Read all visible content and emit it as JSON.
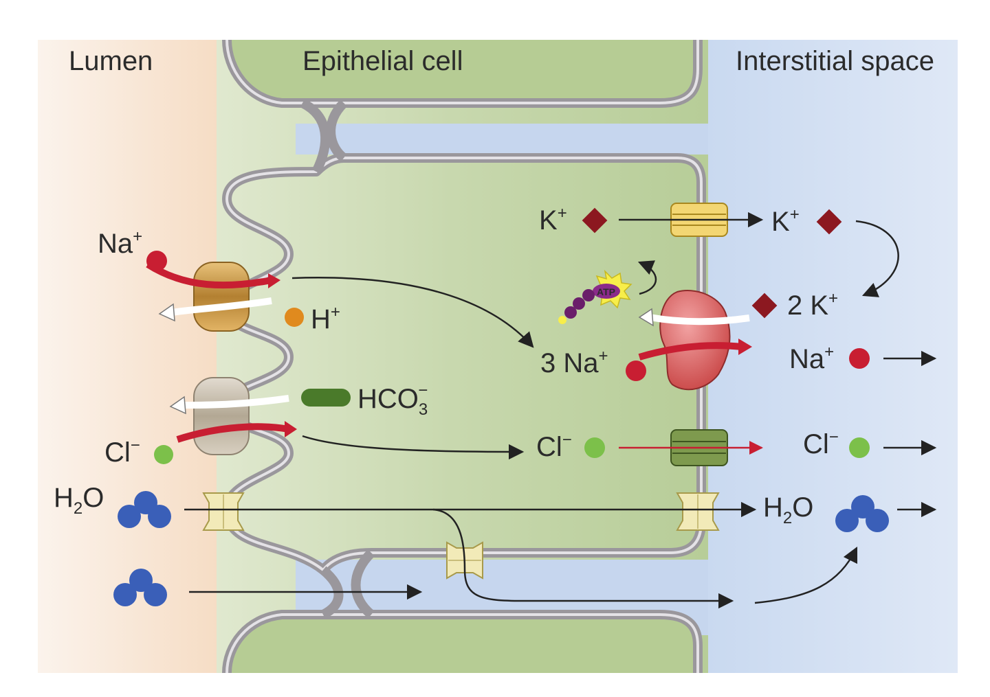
{
  "regions": {
    "lumen": "Lumen",
    "cell": "Epithelial cell",
    "interstitial": "Interstitial space"
  },
  "labels": {
    "na_lumen": {
      "base": "Na",
      "sup": "+"
    },
    "h": {
      "base": "H",
      "sup": "+"
    },
    "hco3": {
      "base": "HCO",
      "sub": "3",
      "sup": "−"
    },
    "cl_lumen": {
      "base": "Cl",
      "sup": "−"
    },
    "h2o_lumen": {
      "pre": "H",
      "sub": "2",
      "post": "O"
    },
    "k_cell": {
      "base": "K",
      "sup": "+"
    },
    "k_inter": {
      "base": "K",
      "sup": "+"
    },
    "k2_inter": {
      "base": "2 K",
      "sup": "+"
    },
    "na3_cell": {
      "base": "3 Na",
      "sup": "+"
    },
    "na_inter": {
      "base": "Na",
      "sup": "+"
    },
    "cl_cell": {
      "base": "Cl",
      "sup": "−"
    },
    "cl_inter": {
      "base": "Cl",
      "sup": "−"
    },
    "h2o_inter": {
      "pre": "H",
      "sub": "2",
      "post": "O"
    },
    "atp": "ATP"
  },
  "colors": {
    "sodium": "#c81e32",
    "potassium": "#8c1820",
    "proton": "#e08a1e",
    "chloride": "#7cc04a",
    "bicarbonate": "#4a7a2a",
    "water": "#3a5fb8",
    "membrane": "#9a979c"
  }
}
